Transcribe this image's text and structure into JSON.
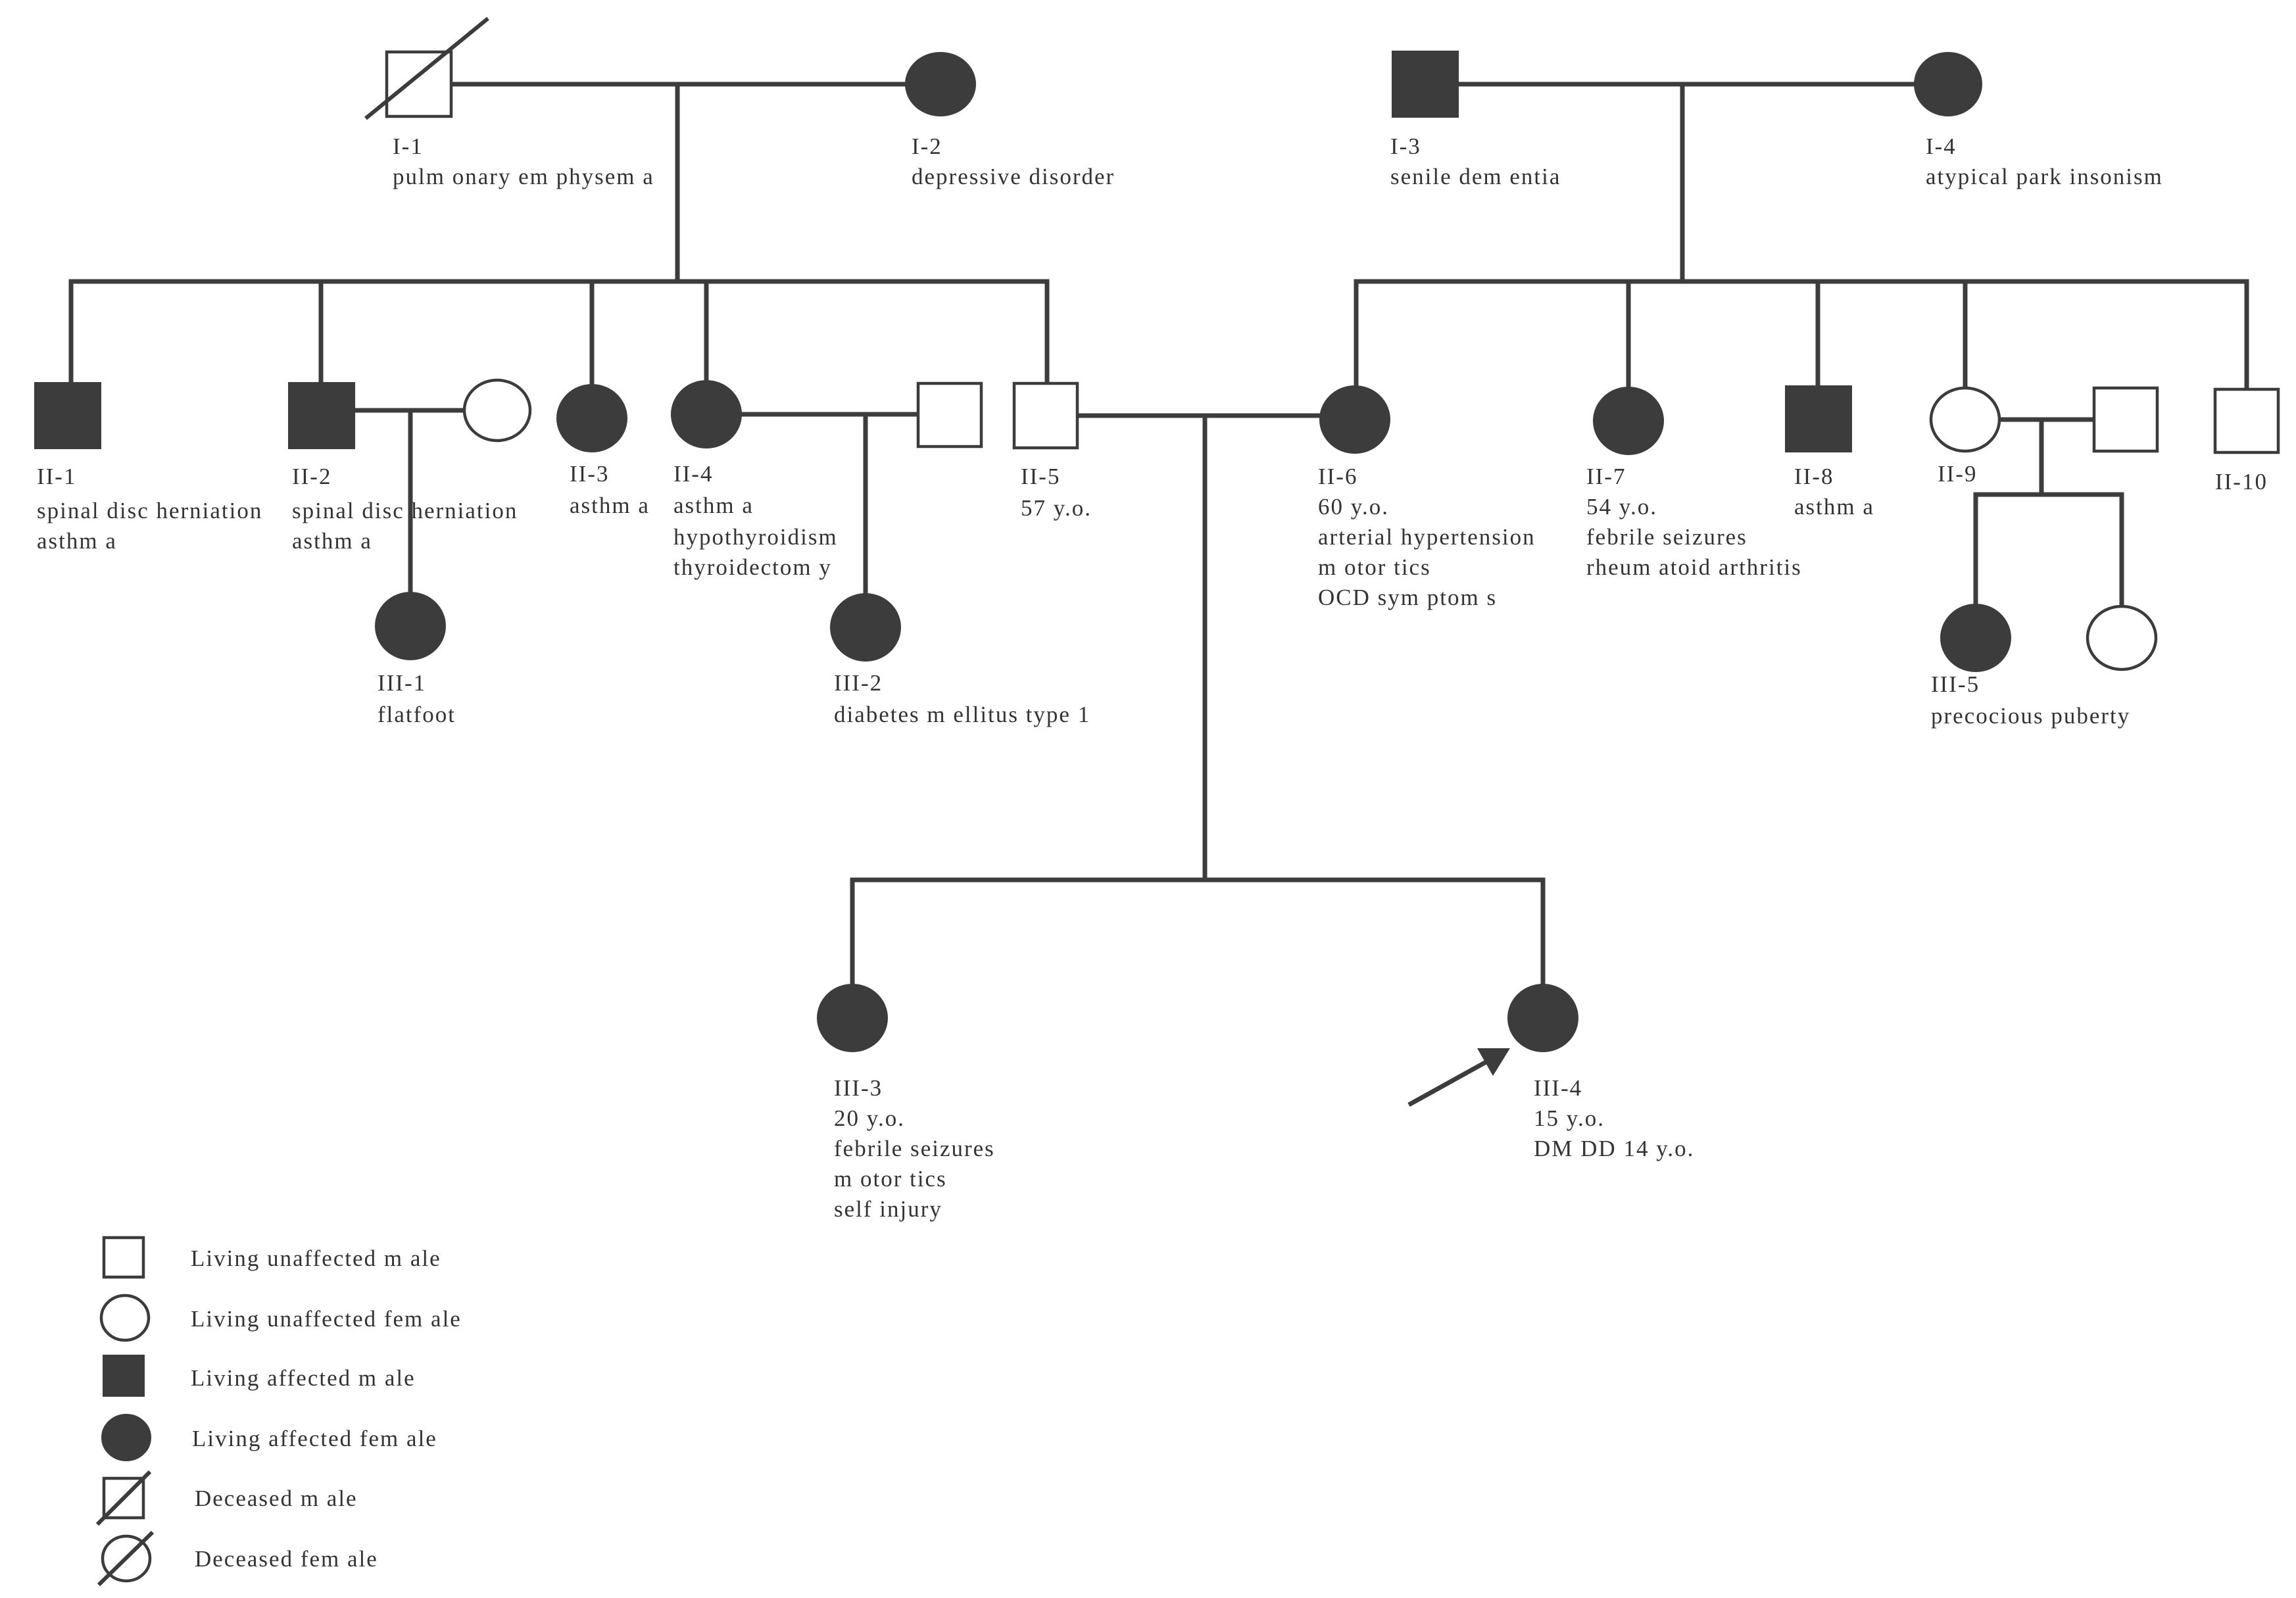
{
  "individuals": [
    {
      "id": "I-1",
      "labels": [
        "pulm onary em physem a"
      ]
    },
    {
      "id": "I-2",
      "labels": [
        "depressive disorder"
      ]
    },
    {
      "id": "I-3",
      "labels": [
        "senile dem entia"
      ]
    },
    {
      "id": "I-4",
      "labels": [
        "atypical park insonism"
      ]
    },
    {
      "id": "II-1",
      "labels": [
        "spinal disc herniation",
        "asthm a"
      ]
    },
    {
      "id": "II-2",
      "labels": [
        "spinal disc herniation",
        "asthm a"
      ]
    },
    {
      "id": "II-3",
      "labels": [
        "asthm a"
      ]
    },
    {
      "id": "II-4",
      "labels": [
        "asthm a",
        "hypothyroidism",
        "thyroidectom y"
      ]
    },
    {
      "id": "II-5",
      "labels": [
        "57 y.o."
      ]
    },
    {
      "id": "II-6",
      "labels": [
        "60 y.o.",
        "arterial hypertension",
        "m otor tics",
        "OCD sym ptom s"
      ]
    },
    {
      "id": "II-7",
      "labels": [
        "54 y.o.",
        "febrile seizures",
        "rheum atoid arthritis"
      ]
    },
    {
      "id": "II-8",
      "labels": [
        "asthm a"
      ]
    },
    {
      "id": "II-9",
      "labels": []
    },
    {
      "id": "II-10",
      "labels": []
    },
    {
      "id": "III-1",
      "labels": [
        "flatfoot"
      ]
    },
    {
      "id": "III-2",
      "labels": [
        "diabetes m ellitus type 1"
      ]
    },
    {
      "id": "III-3",
      "labels": [
        "20 y.o.",
        "febrile seizures",
        "m otor tics",
        "self injury"
      ]
    },
    {
      "id": "III-4",
      "labels": [
        "15 y.o.",
        "DM DD 14 y.o."
      ]
    },
    {
      "id": "III-5",
      "labels": [
        "precocious puberty"
      ]
    }
  ],
  "legend": [
    {
      "symbol": "square-open",
      "label": "Living unaffected m ale"
    },
    {
      "symbol": "circle-open",
      "label": "Living unaffected fem ale"
    },
    {
      "symbol": "square-filled",
      "label": "Living affected m ale"
    },
    {
      "symbol": "circle-filled",
      "label": "Living affected fem ale"
    },
    {
      "symbol": "square-slash",
      "label": "Deceased m ale"
    },
    {
      "symbol": "circle-slash",
      "label": "Deceased fem ale"
    }
  ],
  "colors": {
    "line": "#3c3c3c",
    "affected_fill": "#3c3c3c",
    "unaffected_fill": "#ffffff",
    "text": "#333333"
  },
  "proband": "III-4"
}
